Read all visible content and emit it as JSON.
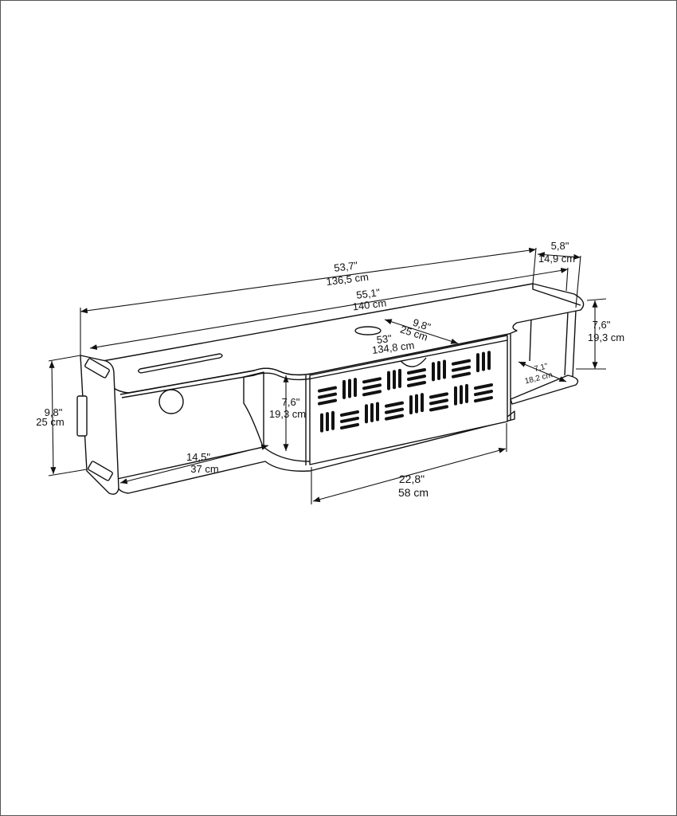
{
  "dimensions": {
    "total_length": {
      "in": "53,7\"",
      "cm": "136,5 cm"
    },
    "top_length": {
      "in": "55,1\"",
      "cm": "140 cm"
    },
    "side_depth": {
      "in": "5,8\"",
      "cm": "14,9 cm"
    },
    "top_depth": {
      "in": "9,8\"",
      "cm": "25 cm"
    },
    "inner_length": {
      "in": "53\"",
      "cm": "134,8 cm"
    },
    "right_height": {
      "in": "7,6\"",
      "cm": "19,3 cm"
    },
    "right_shelf_depth": {
      "in": "7,1\"",
      "cm": "18,2 cm"
    },
    "overall_height": {
      "in": "9,8\"",
      "cm": "25 cm"
    },
    "inner_height": {
      "in": "7,6\"",
      "cm": "19,3 cm"
    },
    "left_shelf_length": {
      "in": "14,5\"",
      "cm": "37 cm"
    },
    "cabinet_width": {
      "in": "22,8\"",
      "cm": "58 cm"
    }
  },
  "line_color": "#111111"
}
